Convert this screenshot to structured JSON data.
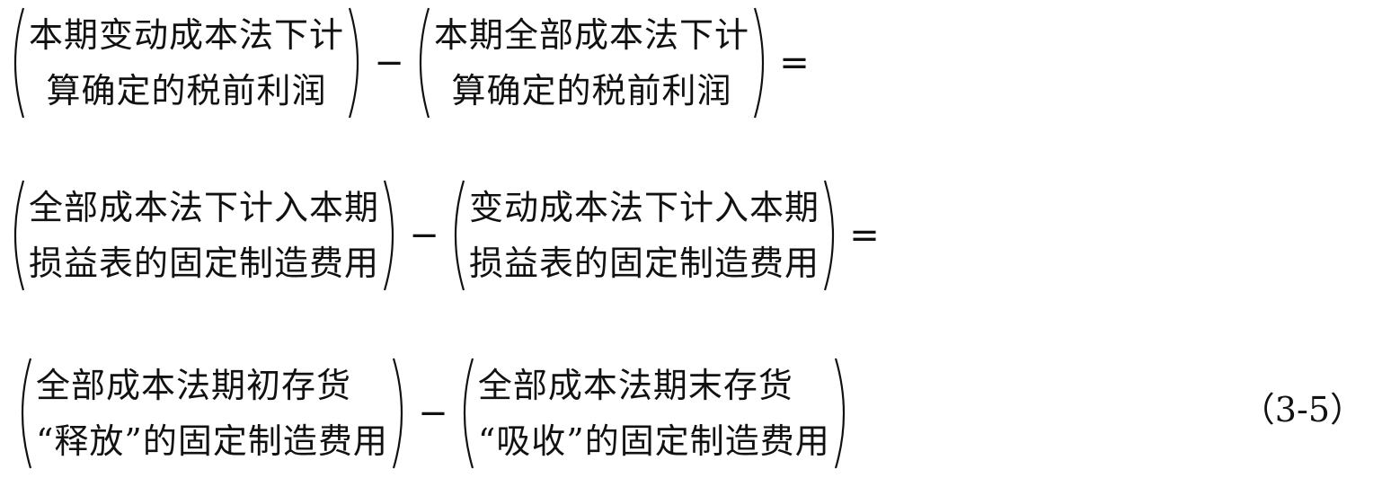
{
  "equation": {
    "line1": {
      "left": [
        "本期变动成本法下计",
        "算确定的税前利润"
      ],
      "operator": "−",
      "right": [
        "本期全部成本法下计",
        "算确定的税前利润"
      ],
      "tail": "="
    },
    "line2": {
      "left": [
        "全部成本法下计入本期",
        "损益表的固定制造费用"
      ],
      "operator": "−",
      "right": [
        "变动成本法下计入本期",
        "损益表的固定制造费用"
      ],
      "tail": "="
    },
    "line3": {
      "left": [
        "全部成本法期初存货",
        "“释放”的固定制造费用"
      ],
      "operator": "−",
      "right": [
        "全部成本法期末存货",
        "“吸收”的固定制造费用"
      ]
    },
    "number": "（3-5）"
  }
}
